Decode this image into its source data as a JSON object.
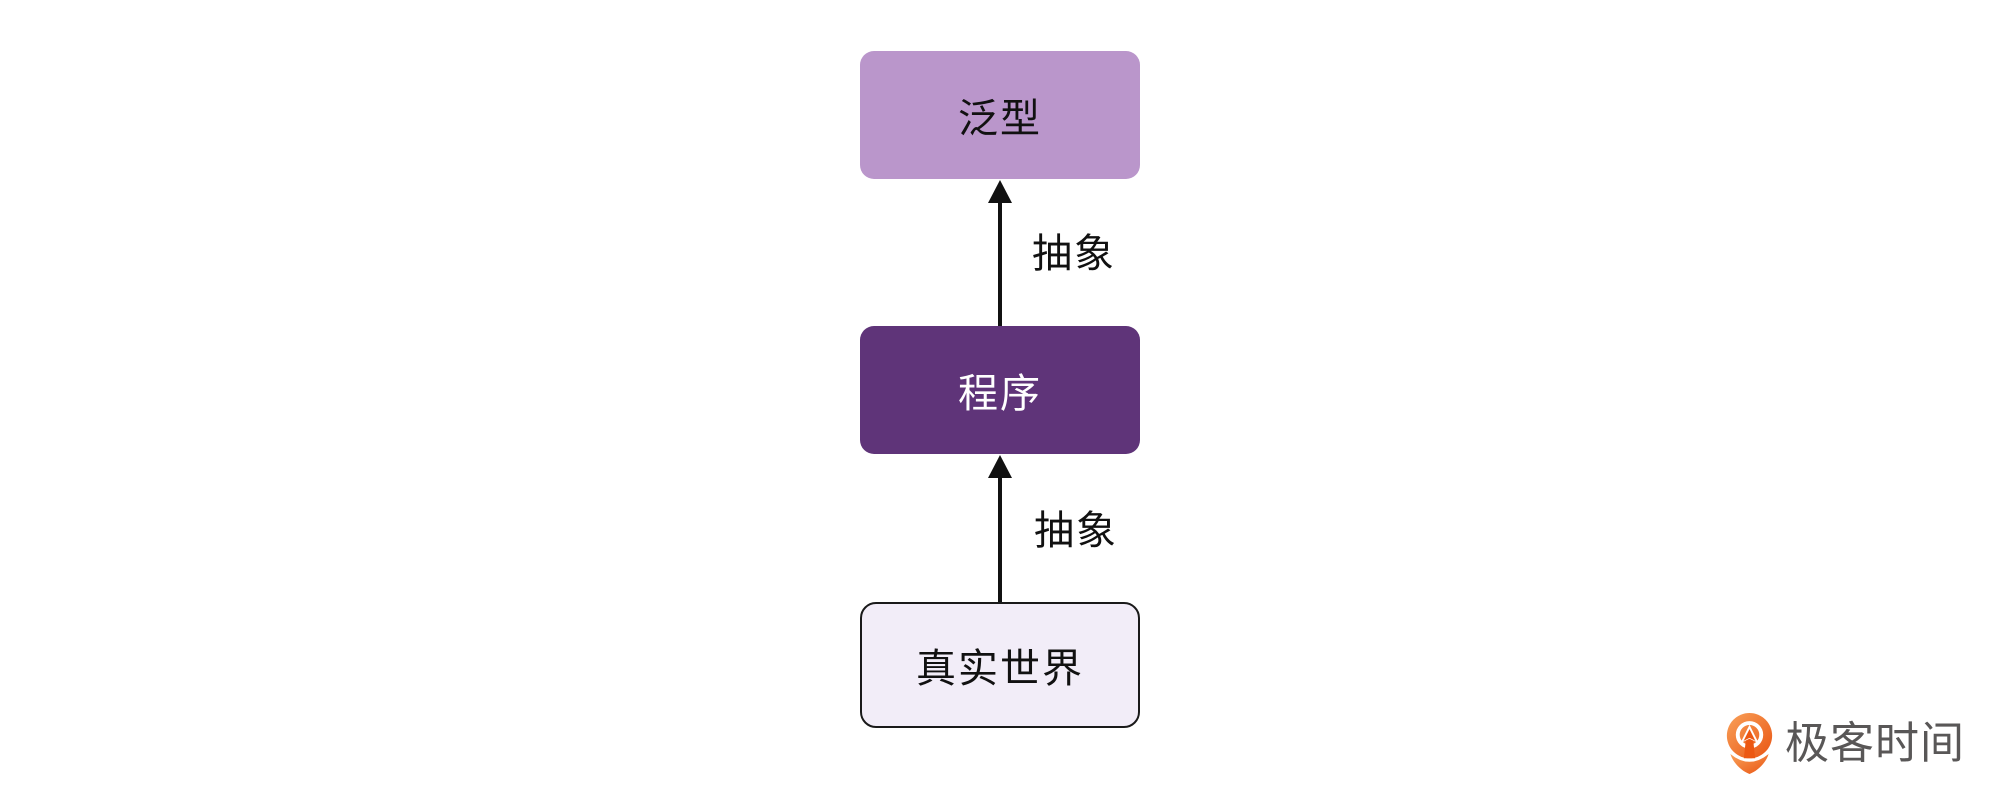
{
  "diagram": {
    "title": "abstraction-levels-diagram",
    "nodes": [
      {
        "id": "generics",
        "label": "泛型",
        "fill": "#BA96CB",
        "text_color": "#111111"
      },
      {
        "id": "program",
        "label": "程序",
        "fill": "#5F3479",
        "text_color": "#FFFFFF"
      },
      {
        "id": "real-world",
        "label": "真实世界",
        "fill": "#F2EDF8",
        "text_color": "#111111",
        "border_color": "#1A1A1A"
      }
    ],
    "edges": [
      {
        "from": "program",
        "to": "generics",
        "label": "抽象",
        "color": "#111111",
        "direction": "up"
      },
      {
        "from": "real-world",
        "to": "program",
        "label": "抽象",
        "color": "#111111",
        "direction": "up"
      }
    ]
  },
  "branding": {
    "logo_text": "极客时间",
    "logo_text_color": "#595757",
    "logo_icon": "geektime-pin-icon",
    "logo_icon_color_start": "#F9A159",
    "logo_icon_color_end": "#E95513"
  }
}
